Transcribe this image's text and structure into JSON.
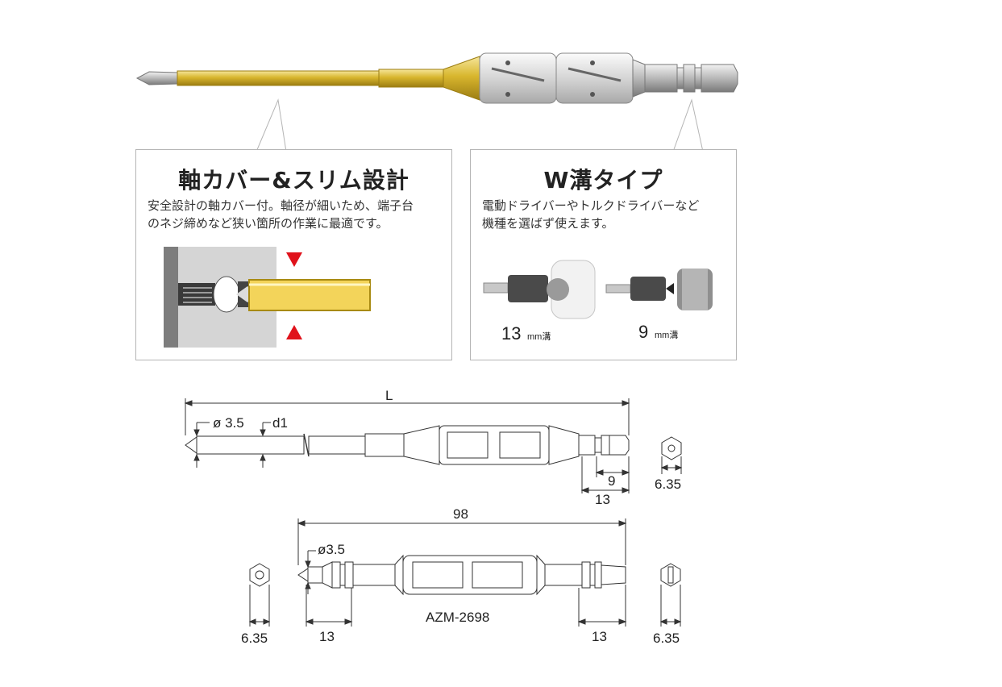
{
  "panels": {
    "left": {
      "title": "軸カバー&スリム設計",
      "desc_line1": "安全設計の軸カバー付。軸径が細いため、端子台",
      "desc_line2": "のネジ締めなど狭い箇所の作業に最適です。"
    },
    "right": {
      "title": "W溝タイプ",
      "desc_line1": "電動ドライバーやトルクドライバーなど",
      "desc_line2": "機種を選ばず使えます。",
      "label_13": "13",
      "label_9": "9",
      "unit": "mm溝"
    }
  },
  "diagram1": {
    "dim_L": "L",
    "dim_tip": "ø 3.5",
    "dim_d1": "d1",
    "dim_9": "9",
    "dim_13": "13",
    "dim_hex": "6.35"
  },
  "diagram2": {
    "dim_98": "98",
    "dim_tip": "ø3.5",
    "dim_13_left": "13",
    "dim_13_right": "13",
    "dim_hex_left": "6.35",
    "dim_hex_right": "6.35",
    "model": "AZM-2698"
  },
  "colors": {
    "shaft_gold": "#e2c64a",
    "marker_red": "#e0121b",
    "panel_border": "#b5b5b5"
  }
}
